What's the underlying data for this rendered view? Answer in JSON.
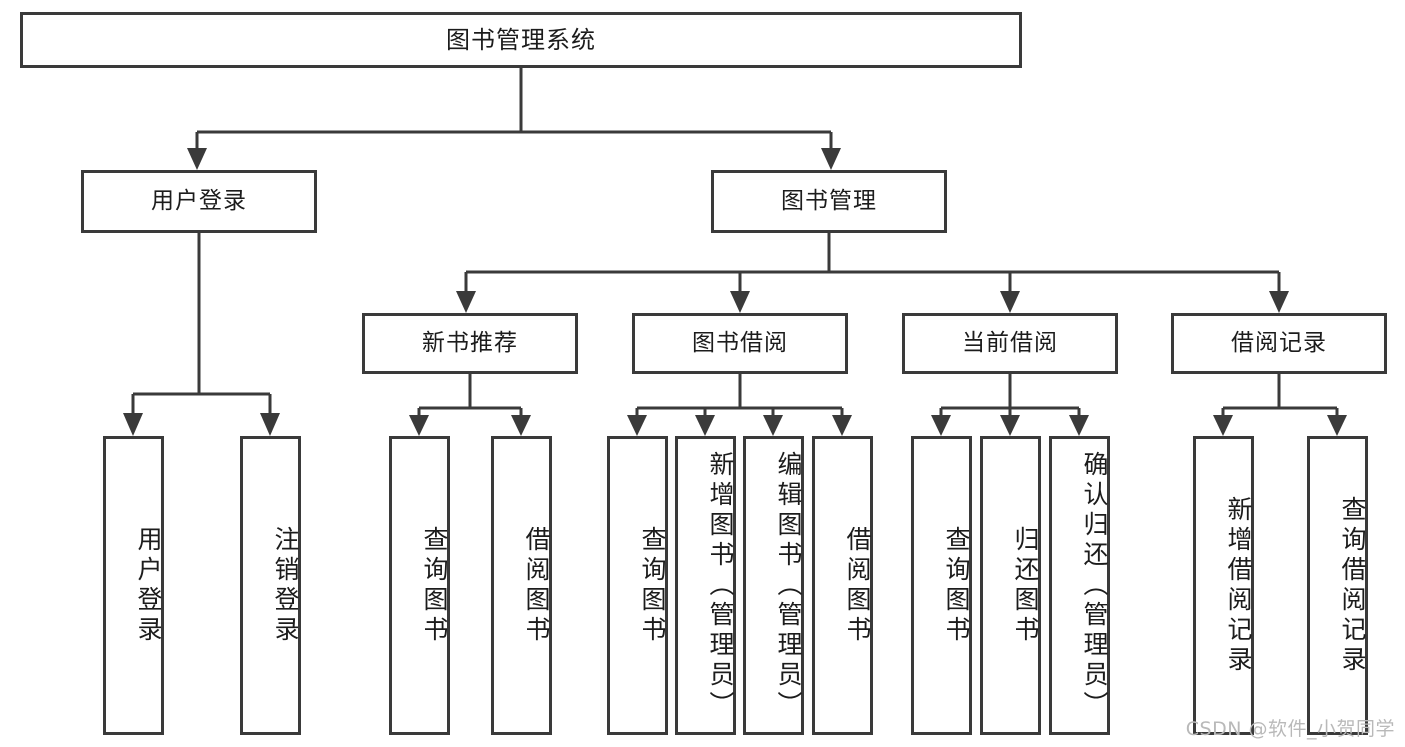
{
  "diagram": {
    "title": "图书管理系统",
    "type": "tree-hierarchy",
    "watermark": "CSDN @软件_小贺同学",
    "colors": {
      "stroke": "#3a3a3a",
      "fill": "#ffffff",
      "text": "#1c1c1c",
      "watermark": "#b9b9b9"
    },
    "levels": {
      "root": {
        "label": "图书管理系统"
      },
      "level2": [
        {
          "id": "user-login",
          "label": "用户登录"
        },
        {
          "id": "book-manage",
          "label": "图书管理"
        }
      ],
      "level3": [
        {
          "id": "new-book-rec",
          "label": "新书推荐",
          "parent": "book-manage"
        },
        {
          "id": "book-borrow",
          "label": "图书借阅",
          "parent": "book-manage"
        },
        {
          "id": "current-borrow",
          "label": "当前借阅",
          "parent": "book-manage"
        },
        {
          "id": "borrow-record",
          "label": "借阅记录",
          "parent": "book-manage"
        }
      ],
      "level4": [
        {
          "id": "leaf-1",
          "label": "用户登录",
          "parent": "user-login"
        },
        {
          "id": "leaf-2",
          "label": "注销登录",
          "parent": "user-login"
        },
        {
          "id": "leaf-3",
          "label": "查询图书",
          "parent": "new-book-rec"
        },
        {
          "id": "leaf-4",
          "label": "借阅图书",
          "parent": "new-book-rec"
        },
        {
          "id": "leaf-5",
          "label": "查询图书",
          "parent": "book-borrow"
        },
        {
          "id": "leaf-6",
          "label": "新增图书（管理员）",
          "parent": "book-borrow"
        },
        {
          "id": "leaf-7",
          "label": "编辑图书（管理员）",
          "parent": "book-borrow"
        },
        {
          "id": "leaf-8",
          "label": "借阅图书",
          "parent": "book-borrow"
        },
        {
          "id": "leaf-9",
          "label": "查询图书",
          "parent": "current-borrow"
        },
        {
          "id": "leaf-10",
          "label": "归还图书",
          "parent": "current-borrow"
        },
        {
          "id": "leaf-11",
          "label": "确认归还（管理员）",
          "parent": "current-borrow"
        },
        {
          "id": "leaf-12",
          "label": "新增借阅记录",
          "parent": "borrow-record"
        },
        {
          "id": "leaf-13",
          "label": "查询借阅记录",
          "parent": "borrow-record"
        }
      ]
    }
  }
}
